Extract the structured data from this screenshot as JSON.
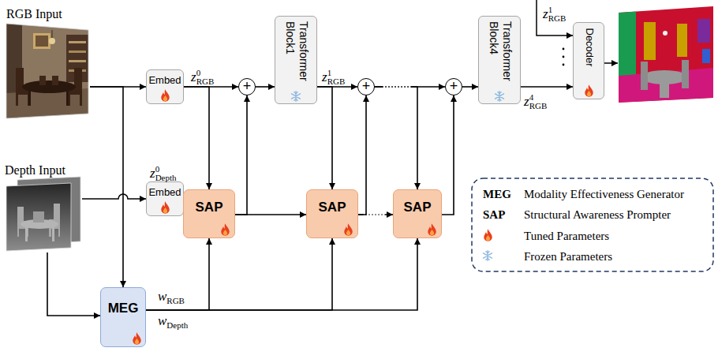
{
  "diagram": {
    "nodes": [
      {
        "text": [
          "RGB Input"
        ]
      },
      {
        "text": [
          "Embed"
        ]
      },
      {
        "text": [
          "+"
        ]
      },
      {
        "text": [
          "Transformer Block1"
        ]
      },
      {
        "text": [
          "+"
        ]
      },
      {
        "text": [
          "+"
        ]
      },
      {
        "text": [
          "Transformer Block4"
        ]
      },
      {
        "text": [
          "Decoder"
        ]
      },
      {
        "text": [
          "Depth Input"
        ]
      },
      {
        "text": [
          "Embed"
        ]
      },
      {
        "text": [
          "SAP"
        ]
      },
      {
        "text": [
          "SAP"
        ]
      },
      {
        "text": [
          "SAP"
        ]
      },
      {
        "text": [
          "MEG"
        ]
      }
    ],
    "edges": [
      {
        "from": 0,
        "to": 1,
        "arrow": "to"
      },
      {
        "from": 0,
        "to": 13,
        "arrow": "to"
      },
      {
        "from": 8,
        "to": 9,
        "arrow": "to"
      },
      {
        "from": 8,
        "to": 13,
        "arrow": "to"
      },
      {
        "from": 1,
        "to": 2,
        "arrow": "to"
      },
      {
        "from": 1,
        "to": 10,
        "arrow": "to"
      },
      {
        "from": 9,
        "to": 10,
        "arrow": "to"
      },
      {
        "from": 10,
        "to": 2,
        "arrow": "to"
      },
      {
        "from": 10,
        "to": 11,
        "arrow": "to"
      },
      {
        "from": 2,
        "to": 3,
        "arrow": "to"
      },
      {
        "from": 3,
        "to": 4,
        "arrow": "to"
      },
      {
        "from": 3,
        "to": 11,
        "arrow": "to"
      },
      {
        "from": 11,
        "to": 4,
        "arrow": "to"
      },
      {
        "from": 11,
        "to": 12,
        "arrow": "to"
      },
      {
        "from": 4,
        "to": 5,
        "arrow": "to"
      },
      {
        "from": 4,
        "to": 12,
        "arrow": "to"
      },
      {
        "from": 12,
        "to": 5,
        "arrow": "to"
      },
      {
        "from": 5,
        "to": 6,
        "arrow": "to"
      },
      {
        "from": 6,
        "to": 7,
        "arrow": "to"
      },
      {
        "from": 13,
        "to": 10,
        "arrow": "to"
      },
      {
        "from": 13,
        "to": 11,
        "arrow": "to"
      },
      {
        "from": 13,
        "to": 12,
        "arrow": "to"
      }
    ],
    "labels": [
      "z0RGB",
      "z1RGB",
      "z1RGB",
      "z4RGB",
      "z0Depth",
      "wRGB",
      "wDepth",
      "MEG",
      "SAP"
    ],
    "legend": [
      {
        "text": "Modality Effectiveness Generator"
      },
      {
        "text": "Structural Awareness Prompter"
      },
      {
        "text": "Tuned Parameters"
      },
      {
        "text": "Frozen Parameters"
      }
    ]
  }
}
